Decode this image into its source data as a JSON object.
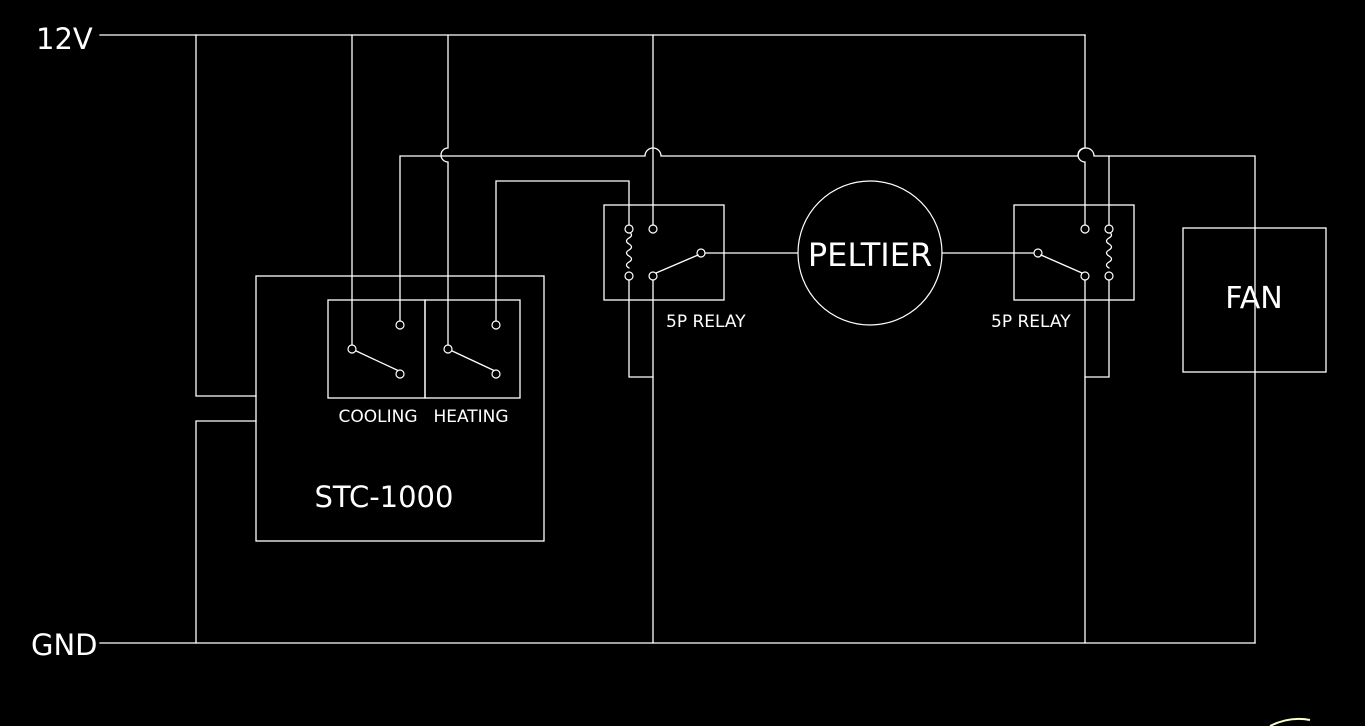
{
  "rails": {
    "positive": "12V",
    "ground": "GND"
  },
  "controller": {
    "name": "STC-1000",
    "channels": [
      {
        "label": "COOLING"
      },
      {
        "label": "HEATING"
      }
    ]
  },
  "relays": [
    {
      "label": "5P RELAY"
    },
    {
      "label": "5P RELAY"
    }
  ],
  "peltier": {
    "label": "PELTIER"
  },
  "fan": {
    "label": "FAN"
  },
  "colors": {
    "background": "#000000",
    "line": "#ffffff",
    "corner_mark": "#ffffcc"
  }
}
